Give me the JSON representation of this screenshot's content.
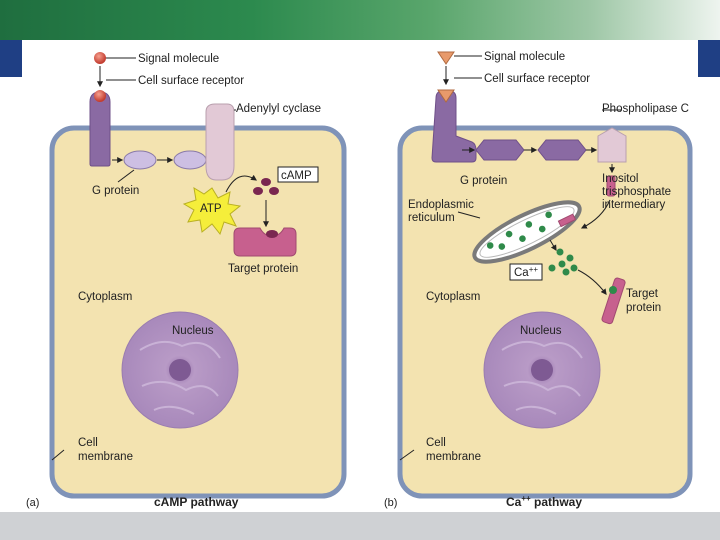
{
  "panel_a": {
    "signal_molecule": "Signal molecule",
    "receptor": "Cell surface receptor",
    "adenylyl_cyclase": "Adenylyl cyclase",
    "camp": "cAMP",
    "g_protein": "G protein",
    "atp": "ATP",
    "target_protein": "Target protein",
    "cytoplasm": "Cytoplasm",
    "nucleus": "Nucleus",
    "cell_line1": "Cell",
    "cell_line2": "membrane",
    "letter": "(a)",
    "caption": "cAMP pathway"
  },
  "panel_b": {
    "signal_molecule": "Signal molecule",
    "receptor": "Cell surface receptor",
    "phospholipase": "Phospholipase C",
    "g_protein": "G protein",
    "inositol_line1": "Inositol",
    "inositol_line2": "trisphosphate",
    "inositol_line3": "intermediary",
    "er_line1": "Endoplasmic",
    "er_line2": "reticulum",
    "ca_label": "Ca",
    "ca_sup": "++",
    "target_line1": "Target",
    "target_line2": "protein",
    "cytoplasm": "Cytoplasm",
    "nucleus": "Nucleus",
    "cell_line1": "Cell",
    "cell_line2": "membrane",
    "letter": "(b)",
    "caption_main": "Ca",
    "caption_sup": "++",
    "caption_rest": " pathway"
  },
  "colors": {
    "cytoplasm": "#f3e3b0",
    "membrane": "#7f93b8",
    "receptor": "#8a6aa3",
    "g_protein": "#cdbfe3",
    "cyclase": "#e2c9d6",
    "camp_dot": "#7a2750",
    "target_protein": "#c7608e",
    "atp_burst": "#f5ee3a",
    "calcium": "#2f8a4a",
    "signal_red": "#d04b3d",
    "signal_orange": "#e89a6b",
    "nucleus": "#b89ac6"
  }
}
